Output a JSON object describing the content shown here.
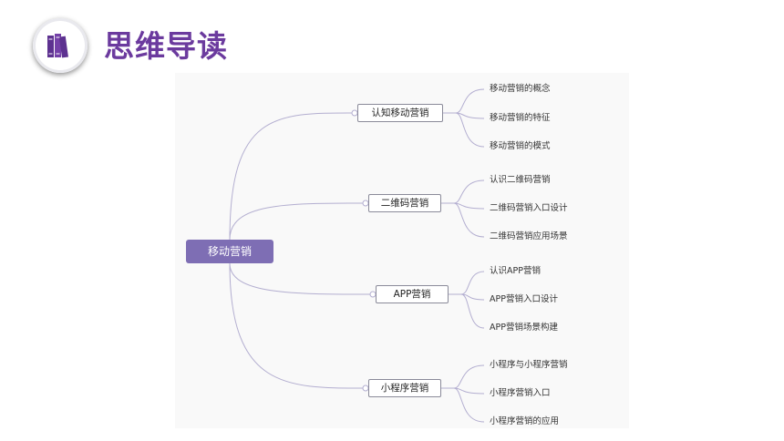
{
  "header": {
    "title": "思维导读",
    "icon": "books-icon",
    "accent_color": "#6b3a9e"
  },
  "mindmap": {
    "root": "移动营销",
    "root_color": "#7e6eb4",
    "line_color": "#b3aed0",
    "branches": [
      {
        "label": "认知移动营销",
        "children": [
          "移动营销的概念",
          "移动营销的特征",
          "移动营销的模式"
        ]
      },
      {
        "label": "二维码营销",
        "children": [
          "认识二维码营销",
          "二维码营销入口设计",
          "二维码营销应用场景"
        ]
      },
      {
        "label": "APP营销",
        "children": [
          "认识APP营销",
          "APP营销入口设计",
          "APP营销场景构建"
        ]
      },
      {
        "label": "小程序营销",
        "children": [
          "小程序与小程序营销",
          "小程序营销入口",
          "小程序营销的应用"
        ]
      }
    ]
  }
}
